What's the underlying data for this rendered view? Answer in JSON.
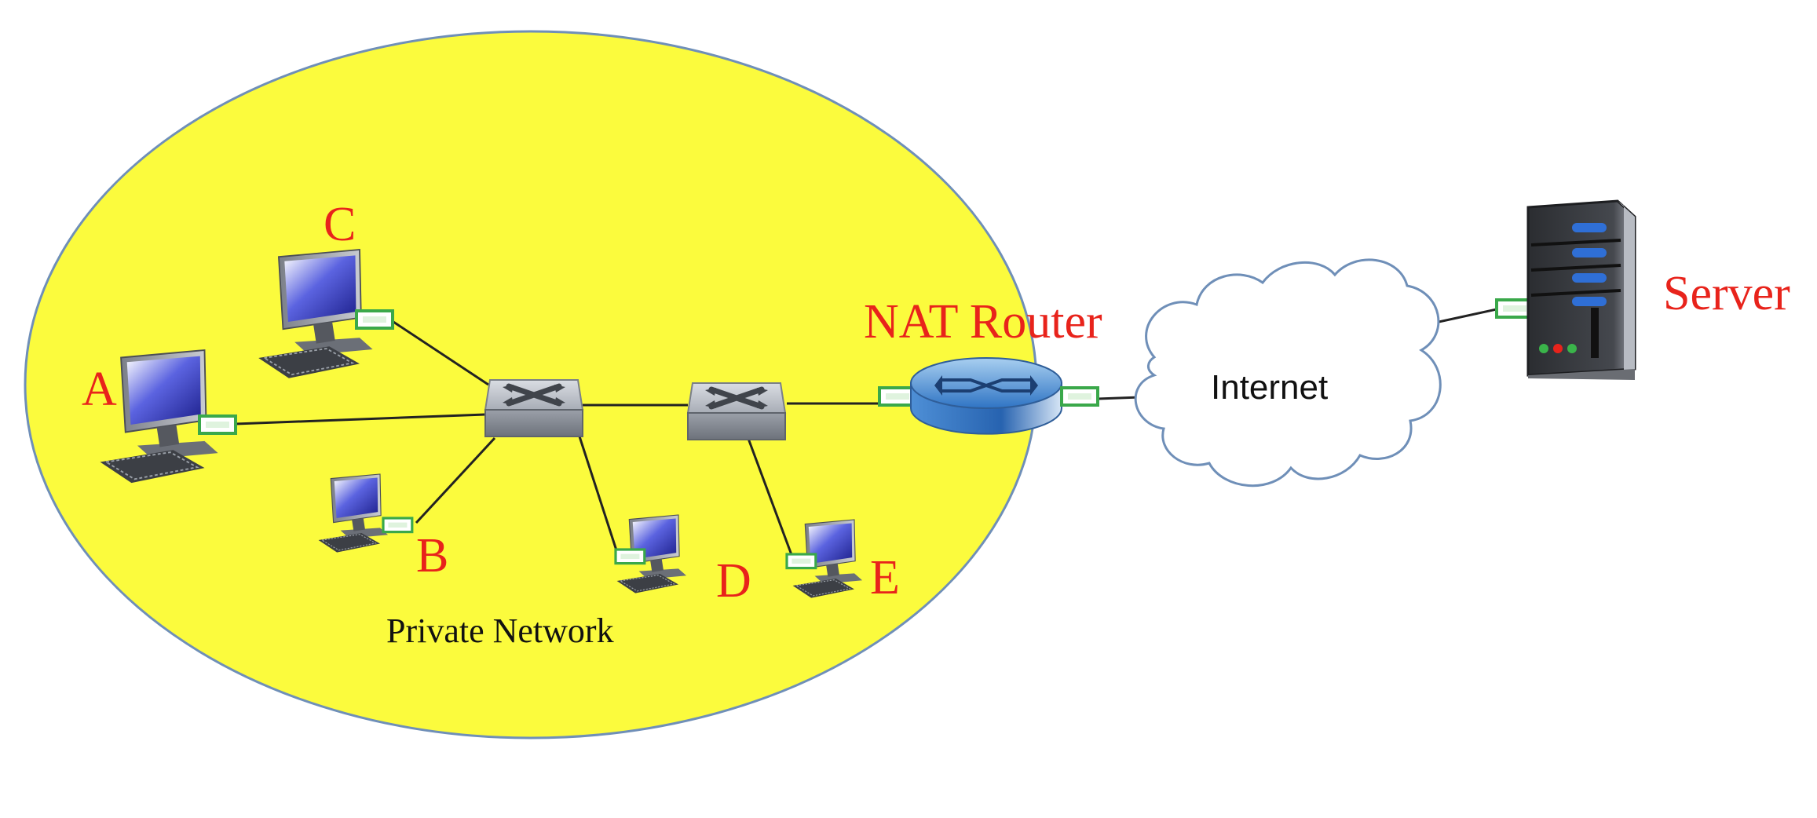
{
  "nodes": {
    "a": "A",
    "b": "B",
    "c": "C",
    "d": "D",
    "e": "E",
    "nat_router": "NAT Router",
    "server": "Server"
  },
  "regions": {
    "private_network": "Private Network",
    "internet": "Internet"
  },
  "colors": {
    "private_network_fill": "#fbfb3d",
    "label_red": "#e8231b",
    "link": "#222222",
    "nic_green": "#3aa84a",
    "cloud_stroke": "#6f8fb8"
  }
}
